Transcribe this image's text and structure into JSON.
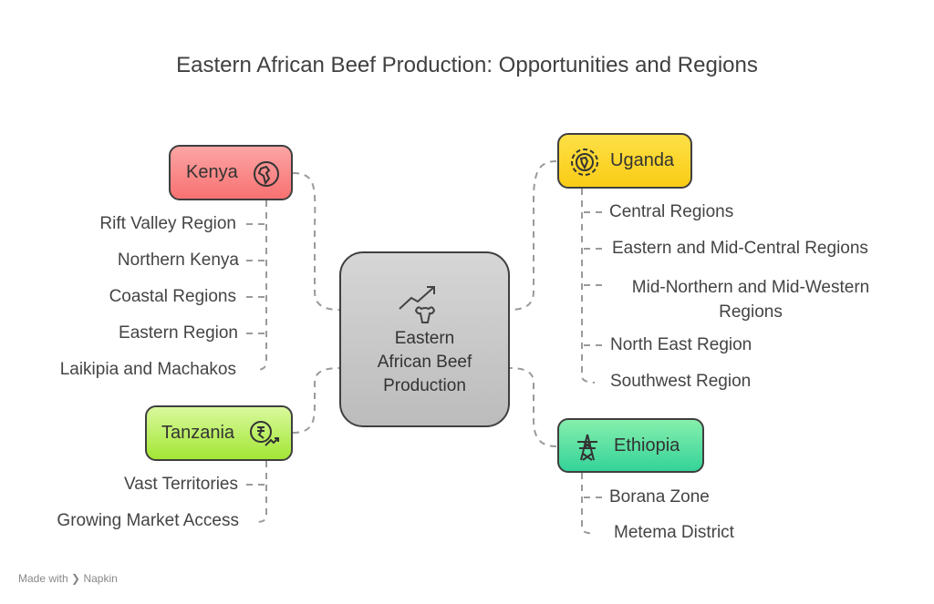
{
  "title": "Eastern African Beef Production: Opportunities and Regions",
  "center": {
    "label_lines": [
      "Eastern",
      "African Beef",
      "Production"
    ],
    "icon": "cattle-growth-icon"
  },
  "kenya": {
    "label": "Kenya",
    "icon": "globe-africa-icon",
    "color": "#f87171",
    "items": [
      "Rift Valley Region",
      "Northern Kenya",
      "Coastal Regions",
      "Eastern Region",
      "Laikipia and Machakos"
    ]
  },
  "uganda": {
    "label": "Uganda",
    "icon": "africa-target-icon",
    "color": "#facc15",
    "items": [
      "Central Regions",
      "Eastern and Mid-Central Regions",
      "Mid-Northern and Mid-Western Regions",
      "North East Region",
      "Southwest Region"
    ]
  },
  "tanzania": {
    "label": "Tanzania",
    "icon": "rupee-growth-icon",
    "color": "#a3e635",
    "items": [
      "Vast Territories",
      "Growing Market Access"
    ]
  },
  "ethiopia": {
    "label": "Ethiopia",
    "icon": "power-tower-icon",
    "color": "#34d399",
    "items": [
      "Borana Zone",
      "Metema District"
    ]
  },
  "footer": {
    "made_with": "Made with",
    "brand": "Napkin"
  }
}
